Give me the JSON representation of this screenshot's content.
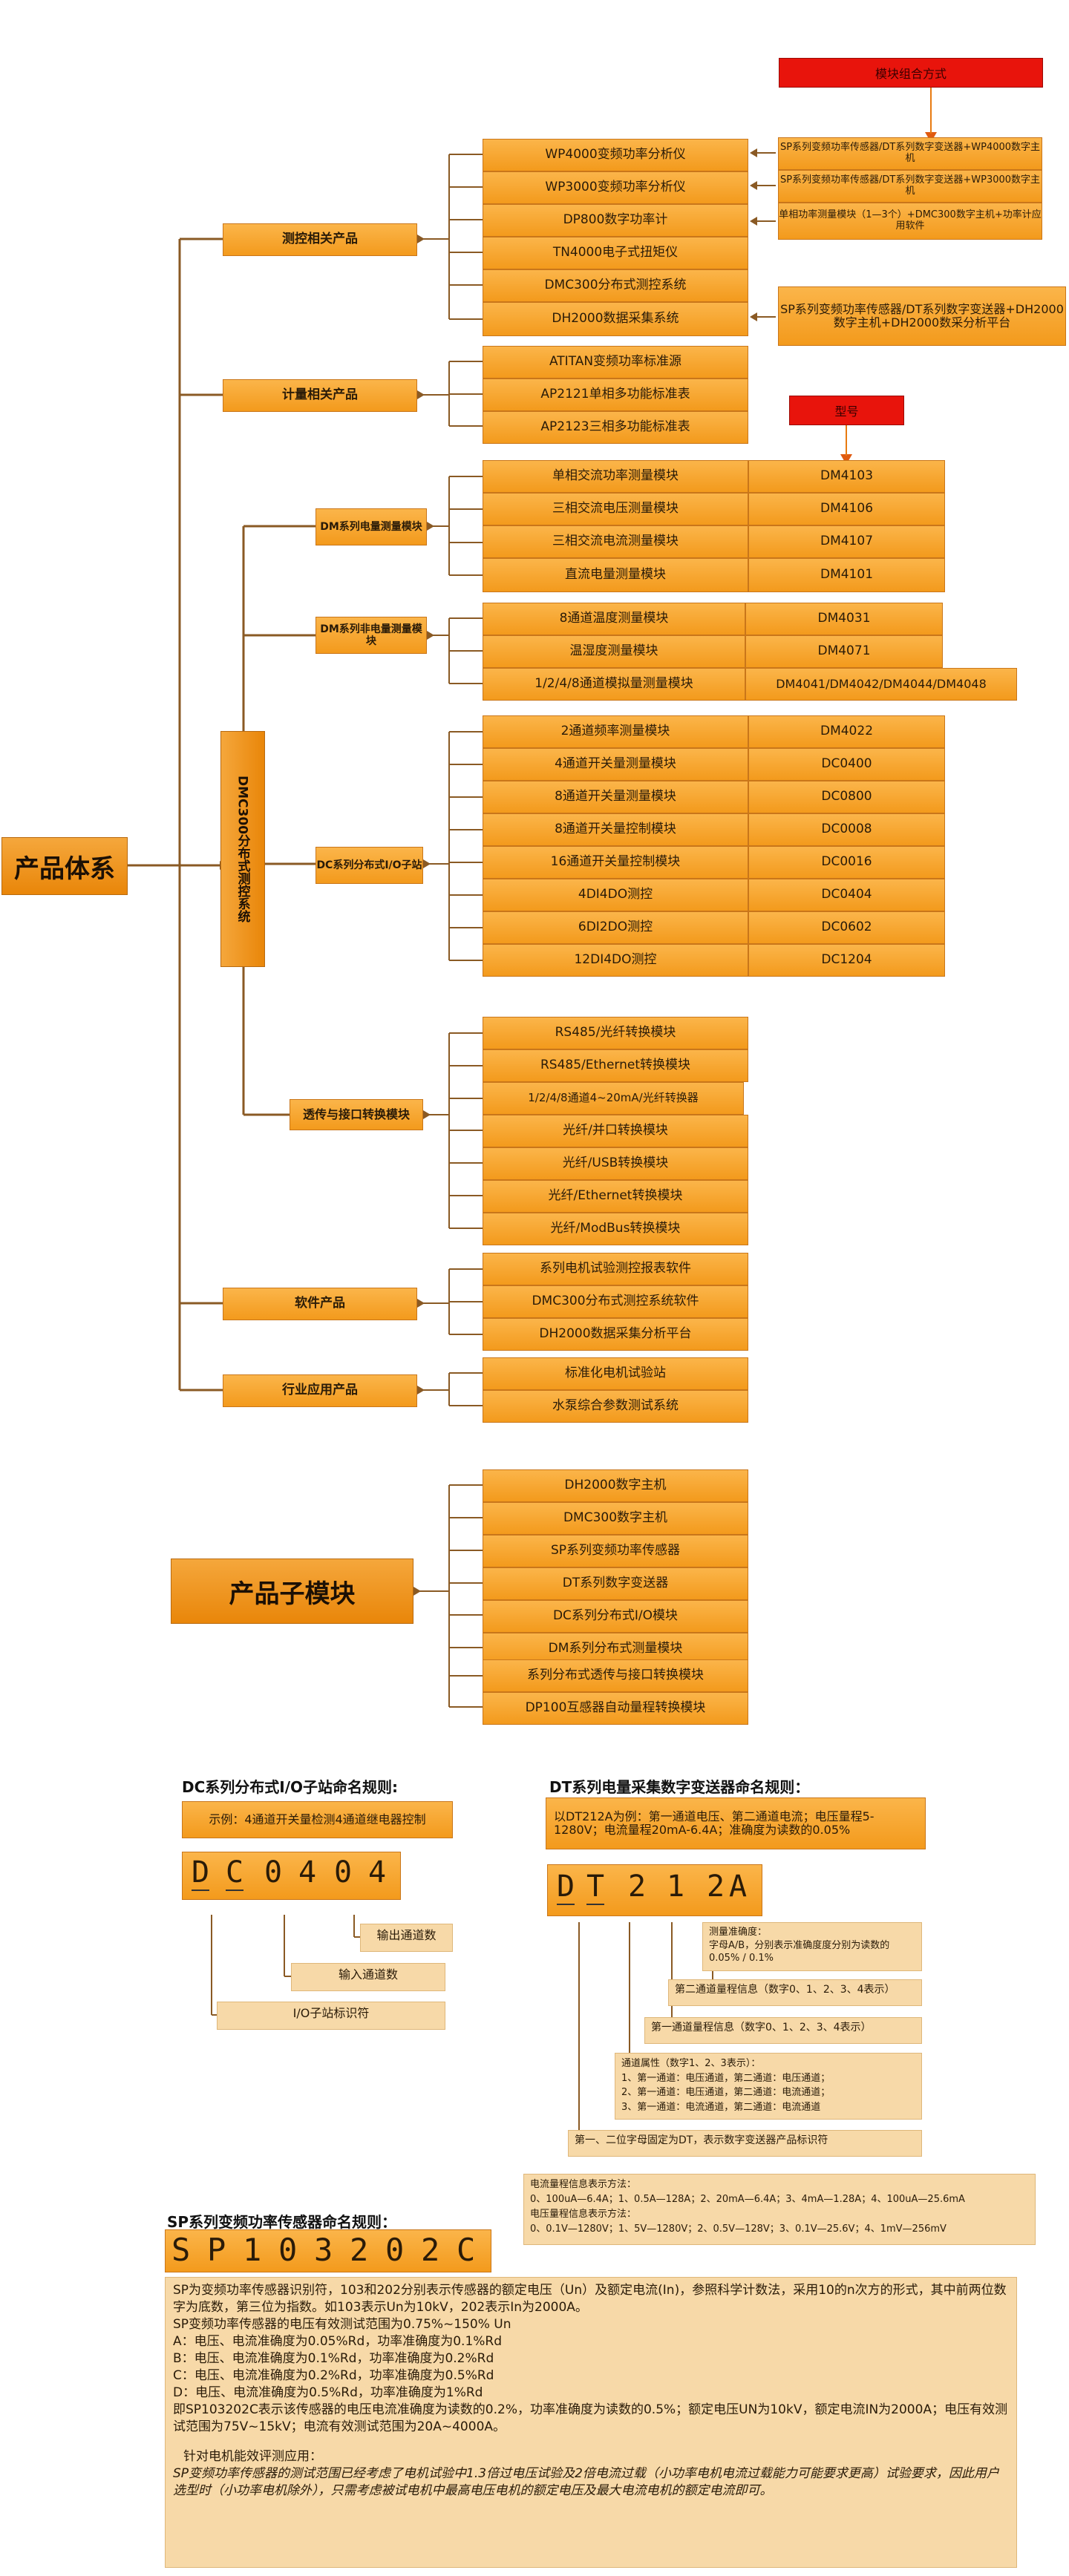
{
  "root": {
    "label": "产品体系"
  },
  "sub_root": {
    "label": "产品子模块"
  },
  "vertical_system": {
    "label": "DMC300分布式测控系统"
  },
  "headers": {
    "combo": "模块组合方式",
    "model": "型号"
  },
  "categories": {
    "measurement": "测控相关产品",
    "metering": "计量相关产品",
    "dm_power": "DM系列电量测量模块",
    "dm_nonpower": "DM系列非电量测量模块",
    "dc_io": "DC系列分布式I/O子站",
    "transceiver": "透传与接口转换模块",
    "software": "软件产品",
    "industry": "行业应用产品"
  },
  "measurement_items": [
    "WP4000变频功率分析仪",
    "WP3000变频功率分析仪",
    "DP800数字功率计",
    "TN4000电子式扭矩仪",
    "DMC300分布式测控系统",
    "DH2000数据采集系统"
  ],
  "combo_notes": [
    "SP系列变频功率传感器/DT系列数字变送器+WP4000数字主机",
    "SP系列变频功率传感器/DT系列数字变送器+WP3000数字主机",
    "单相功率测量模块（1—3个）+DMC300数字主机+功率计应用软件",
    "SP系列变频功率传感器/DT系列数字变送器+DH2000数字主机+DH2000数采分析平台"
  ],
  "metering_items": [
    "ATITAN变频功率标准源",
    "AP2121单相多功能标准表",
    "AP2123三相多功能标准表"
  ],
  "dm_power_rows": [
    {
      "name": "单相交流功率测量模块",
      "model": "DM4103"
    },
    {
      "name": "三相交流电压测量模块",
      "model": "DM4106"
    },
    {
      "name": "三相交流电流测量模块",
      "model": "DM4107"
    },
    {
      "name": "直流电量测量模块",
      "model": "DM4101"
    }
  ],
  "dm_nonpower_rows": [
    {
      "name": "8通道温度测量模块",
      "model": "DM4031"
    },
    {
      "name": "温湿度测量模块",
      "model": "DM4071"
    },
    {
      "name": "1/2/4/8通道模拟量测量模块",
      "model": "DM4041/DM4042/DM4044/DM4048"
    }
  ],
  "dc_rows": [
    {
      "name": "2通道频率测量模块",
      "model": "DM4022"
    },
    {
      "name": "4通道开关量测量模块",
      "model": "DC0400"
    },
    {
      "name": "8通道开关量测量模块",
      "model": "DC0800"
    },
    {
      "name": "8通道开关量控制模块",
      "model": "DC0008"
    },
    {
      "name": "16通道开关量控制模块",
      "model": "DC0016"
    },
    {
      "name": "4DI4DO测控",
      "model": "DC0404"
    },
    {
      "name": "6DI2DO测控",
      "model": "DC0602"
    },
    {
      "name": "12DI4DO测控",
      "model": "DC1204"
    }
  ],
  "transceiver_items": [
    "RS485/光纤转换模块",
    "RS485/Ethernet转换模块",
    "1/2/4/8通道4~20mA/光纤转换器",
    "光纤/并口转换模块",
    "光纤/USB转换模块",
    "光纤/Ethernet转换模块",
    "光纤/ModBus转换模块"
  ],
  "software_items": [
    "系列电机试验测控报表软件",
    "DMC300分布式测控系统软件",
    "DH2000数据采集分析平台"
  ],
  "industry_items": [
    "标准化电机试验站",
    "水泵综合参数测试系统"
  ],
  "sub_items": [
    "DH2000数字主机",
    "DMC300数字主机",
    "SP系列变频功率传感器",
    "DT系列数字变送器",
    "DC系列分布式I/O模块",
    "DM系列分布式测量模块",
    "系列分布式透传与接口转换模块",
    "DP100互感器自动量程转换模块"
  ],
  "dc_naming": {
    "title": "DC系列分布式I/O子站命名规则:",
    "example": "示例：4通道开关量检测4通道继电器控制",
    "code": [
      "D",
      "C",
      "0",
      "4",
      "0",
      "4"
    ],
    "labels": [
      "输出通道数",
      "输入通道数",
      "I/O子站标识符"
    ]
  },
  "dt_naming": {
    "title": "DT系列电量采集数字变送器命名规则：",
    "example": "以DT212A为例：第一通道电压、第二通道电流；电压量程5-1280V；电流量程20mA-6.4A；准确度为读数的0.05%",
    "code": [
      "D",
      "T",
      "2",
      "1",
      "2",
      "A"
    ],
    "label_accuracy": "测量准确度：\n字母A/B，分别表示准确度度分别为读数的 0.05% / 0.1%",
    "label_ch2": "第二通道量程信息（数字0、1、2、3、4表示）",
    "label_ch1": "第一通道量程信息（数字0、1、2、3、4表示）",
    "label_attr": "通道属性（数字1、2、3表示）：\n1、第一通道：电压通道，第二通道：电压通道；\n2、第一通道：电压通道，第二通道：电流通道；\n3、第一通道：电流通道，第二通道：电流通道",
    "label_prefix": "第一、二位字母固定为DT，表示数字变送器产品标识符",
    "range_note": "电流量程信息表示方法：\n0、100uA—6.4A；1、0.5A—128A；2、20mA—6.4A；3、4mA—1.28A；4、100uA—25.6mA\n电压量程信息表示方法：\n0、0.1V—1280V；1、5V—1280V；2、0.5V—128V；3、0.1V—25.6V；4、1mV—256mV"
  },
  "sp_naming": {
    "title": "SP系列变频功率传感器命名规则：",
    "code": [
      "S",
      "P",
      "1",
      "0",
      "3",
      "2",
      "0",
      "2",
      "C"
    ],
    "desc_lines": [
      "SP为变频功率传感器识别符，103和202分别表示传感器的额定电压（Un）及额定电流(In)，参照科学计数法，采用10的n次方的形式，其中前两位数字为底数，第三位为指数。如103表示Un为10kV，202表示In为2000A。",
      "SP变频功率传感器的电压有效测试范围为0.75%~150% Un",
      "A：电压、电流准确度为0.05%Rd，功率准确度为0.1%Rd",
      "B：电压、电流准确度为0.1%Rd，功率准确度为0.2%Rd",
      "C：电压、电流准确度为0.2%Rd，功率准确度为0.5%Rd",
      "D：电压、电流准确度为0.5%Rd，功率准确度为1%Rd",
      "即SP103202C表示该传感器的电压电流准确度为读数的0.2%，功率准确度为读数的0.5%；额定电压UN为10kV，额定电流IN为2000A；电压有效测试范围为75V~15kV；电流有效测试范围为20A~4000A。"
    ],
    "note_head": "针对电机能效评测应用：",
    "note_body": "SP变频功率传感器的测试范围已经考虑了电机试验中1.3倍过电压试验及2倍电流过载（小功率电机电流过载能力可能要求更高）试验要求，因此用户选型时（小功率电机除外），只需考虑被试电机中最高电压电机的额定电压及最大电流电机的额定电流即可。"
  }
}
